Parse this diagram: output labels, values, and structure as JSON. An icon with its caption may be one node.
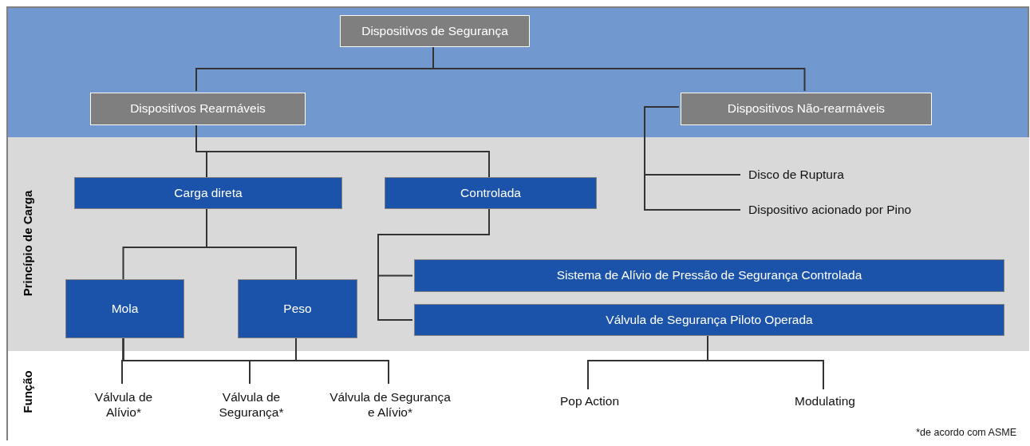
{
  "diagram": {
    "nodes": [
      {
        "text": [],
        "shape": "band"
      },
      {
        "text": [
          "Dispositivos de Segurança"
        ],
        "in": 0
      },
      {
        "text": [
          "Dispositivos Rearmáveis"
        ],
        "in": 0
      },
      {
        "text": [
          "Dispositivos Não-rearmáveis"
        ],
        "in": 0
      },
      {
        "text": [
          "Princípio de Carga"
        ]
      },
      {
        "text": [
          "Carga direta"
        ],
        "in": 4
      },
      {
        "text": [
          "Controlada"
        ],
        "in": 4
      },
      {
        "text": [
          "Disco de Ruptura"
        ],
        "in": 4
      },
      {
        "text": [
          "Dispositivo acionado por Pino"
        ],
        "in": 4
      },
      {
        "text": [
          "Sistema de Alívio de Pressão de Segurança Controlada"
        ],
        "in": 4
      },
      {
        "text": [
          "Mola"
        ],
        "in": 4
      },
      {
        "text": [
          "Peso"
        ],
        "in": 4
      },
      {
        "text": [
          "Válvula de Segurança Piloto Operada"
        ],
        "in": 4
      },
      {
        "text": [
          "Função"
        ]
      },
      {
        "text": [
          "Válvula de Alívio*"
        ],
        "in": 13
      },
      {
        "text": [
          "Válvula de Segurança*"
        ],
        "in": 13
      },
      {
        "text": [
          "Válvula de Segurança e Alívio*"
        ],
        "in": 13
      },
      {
        "text": [
          "Pop Action"
        ],
        "in": 13
      },
      {
        "text": [
          "Modulating"
        ],
        "in": 13
      }
    ],
    "edges": [
      {
        "from": 1,
        "to": 2,
        "arrow": "none"
      },
      {
        "from": 1,
        "to": 3,
        "arrow": "none"
      },
      {
        "from": 2,
        "to": 5,
        "arrow": "none"
      },
      {
        "from": 2,
        "to": 6,
        "arrow": "none"
      },
      {
        "from": 3,
        "to": 7,
        "arrow": "none"
      },
      {
        "from": 3,
        "to": 8,
        "arrow": "none"
      },
      {
        "from": 5,
        "to": 10,
        "arrow": "none"
      },
      {
        "from": 5,
        "to": 11,
        "arrow": "none"
      },
      {
        "from": 6,
        "to": 9,
        "arrow": "none"
      },
      {
        "from": 6,
        "to": 12,
        "arrow": "none"
      },
      {
        "from": 10,
        "to": 14,
        "arrow": "none"
      },
      {
        "from": 10,
        "to": 15,
        "arrow": "none"
      },
      {
        "from": 10,
        "to": 16,
        "arrow": "none"
      },
      {
        "from": 11,
        "to": 14,
        "arrow": "none"
      },
      {
        "from": 11,
        "to": 15,
        "arrow": "none"
      },
      {
        "from": 11,
        "to": 16,
        "arrow": "none"
      },
      {
        "from": 12,
        "to": 17,
        "arrow": "none"
      },
      {
        "from": 12,
        "to": 18,
        "arrow": "none"
      }
    ],
    "labels": [
      "*de acordo com ASME"
    ]
  }
}
